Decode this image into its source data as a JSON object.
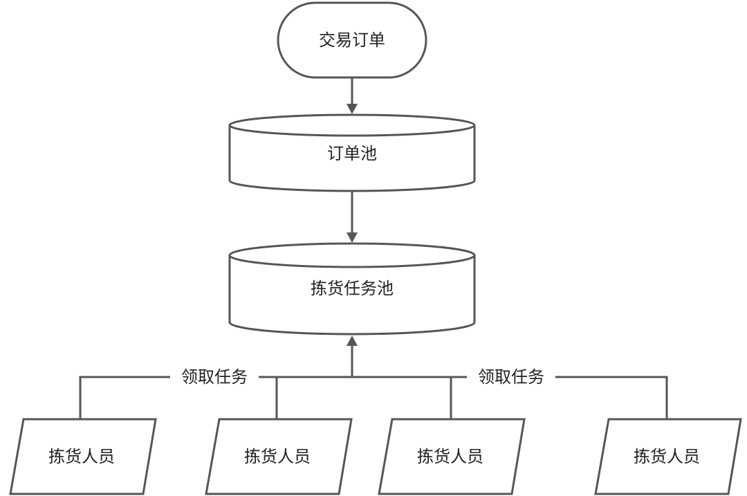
{
  "diagram": {
    "nodes": {
      "order": {
        "label": "交易订单",
        "shape": "terminator"
      },
      "order_pool": {
        "label": "订单池",
        "shape": "database"
      },
      "picking_pool": {
        "label": "拣货任务池",
        "shape": "database"
      },
      "picker_1": {
        "label": "拣货人员",
        "shape": "parallelogram"
      },
      "picker_2": {
        "label": "拣货人员",
        "shape": "parallelogram"
      },
      "picker_3": {
        "label": "拣货人员",
        "shape": "parallelogram"
      },
      "picker_4": {
        "label": "拣货人员",
        "shape": "parallelogram"
      }
    },
    "edges": {
      "left_group_label": "领取任务",
      "right_group_label": "领取任务"
    },
    "colors": {
      "stroke": "#555555",
      "fill": "#ffffff",
      "text": "#222222"
    }
  }
}
